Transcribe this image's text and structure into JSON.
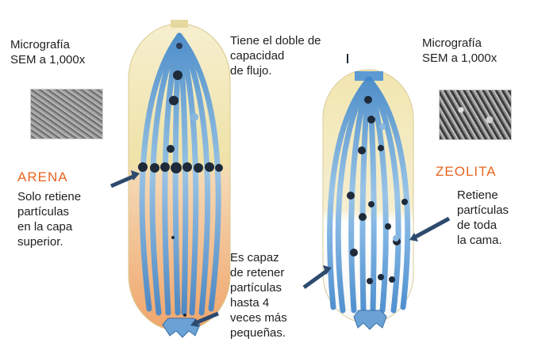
{
  "left": {
    "sem_caption": "Micrografía\nSEM a 1,000x",
    "media_label": "ARENA",
    "description": "Solo retiene\npartículas\nen la capa\nsuperior."
  },
  "center": {
    "flow_note": "Tiene el doble de\ncapacidad\nde flujo.",
    "retention_note": "Es capaz\nde retener\npartículas\nhasta 4\nveces más\npequeñas."
  },
  "right": {
    "sem_caption": "Micrografía\nSEM a 1,000x",
    "media_label": "ZEOLITA",
    "description": "Retiene\npartículas\nde toda\nla cama."
  },
  "colors": {
    "sand": "#f0a56b",
    "tank_top": "#f3e7b5",
    "stream": "#4a8fd0",
    "label_accent": "#e8641e",
    "arrow": "#2d4a6e"
  }
}
